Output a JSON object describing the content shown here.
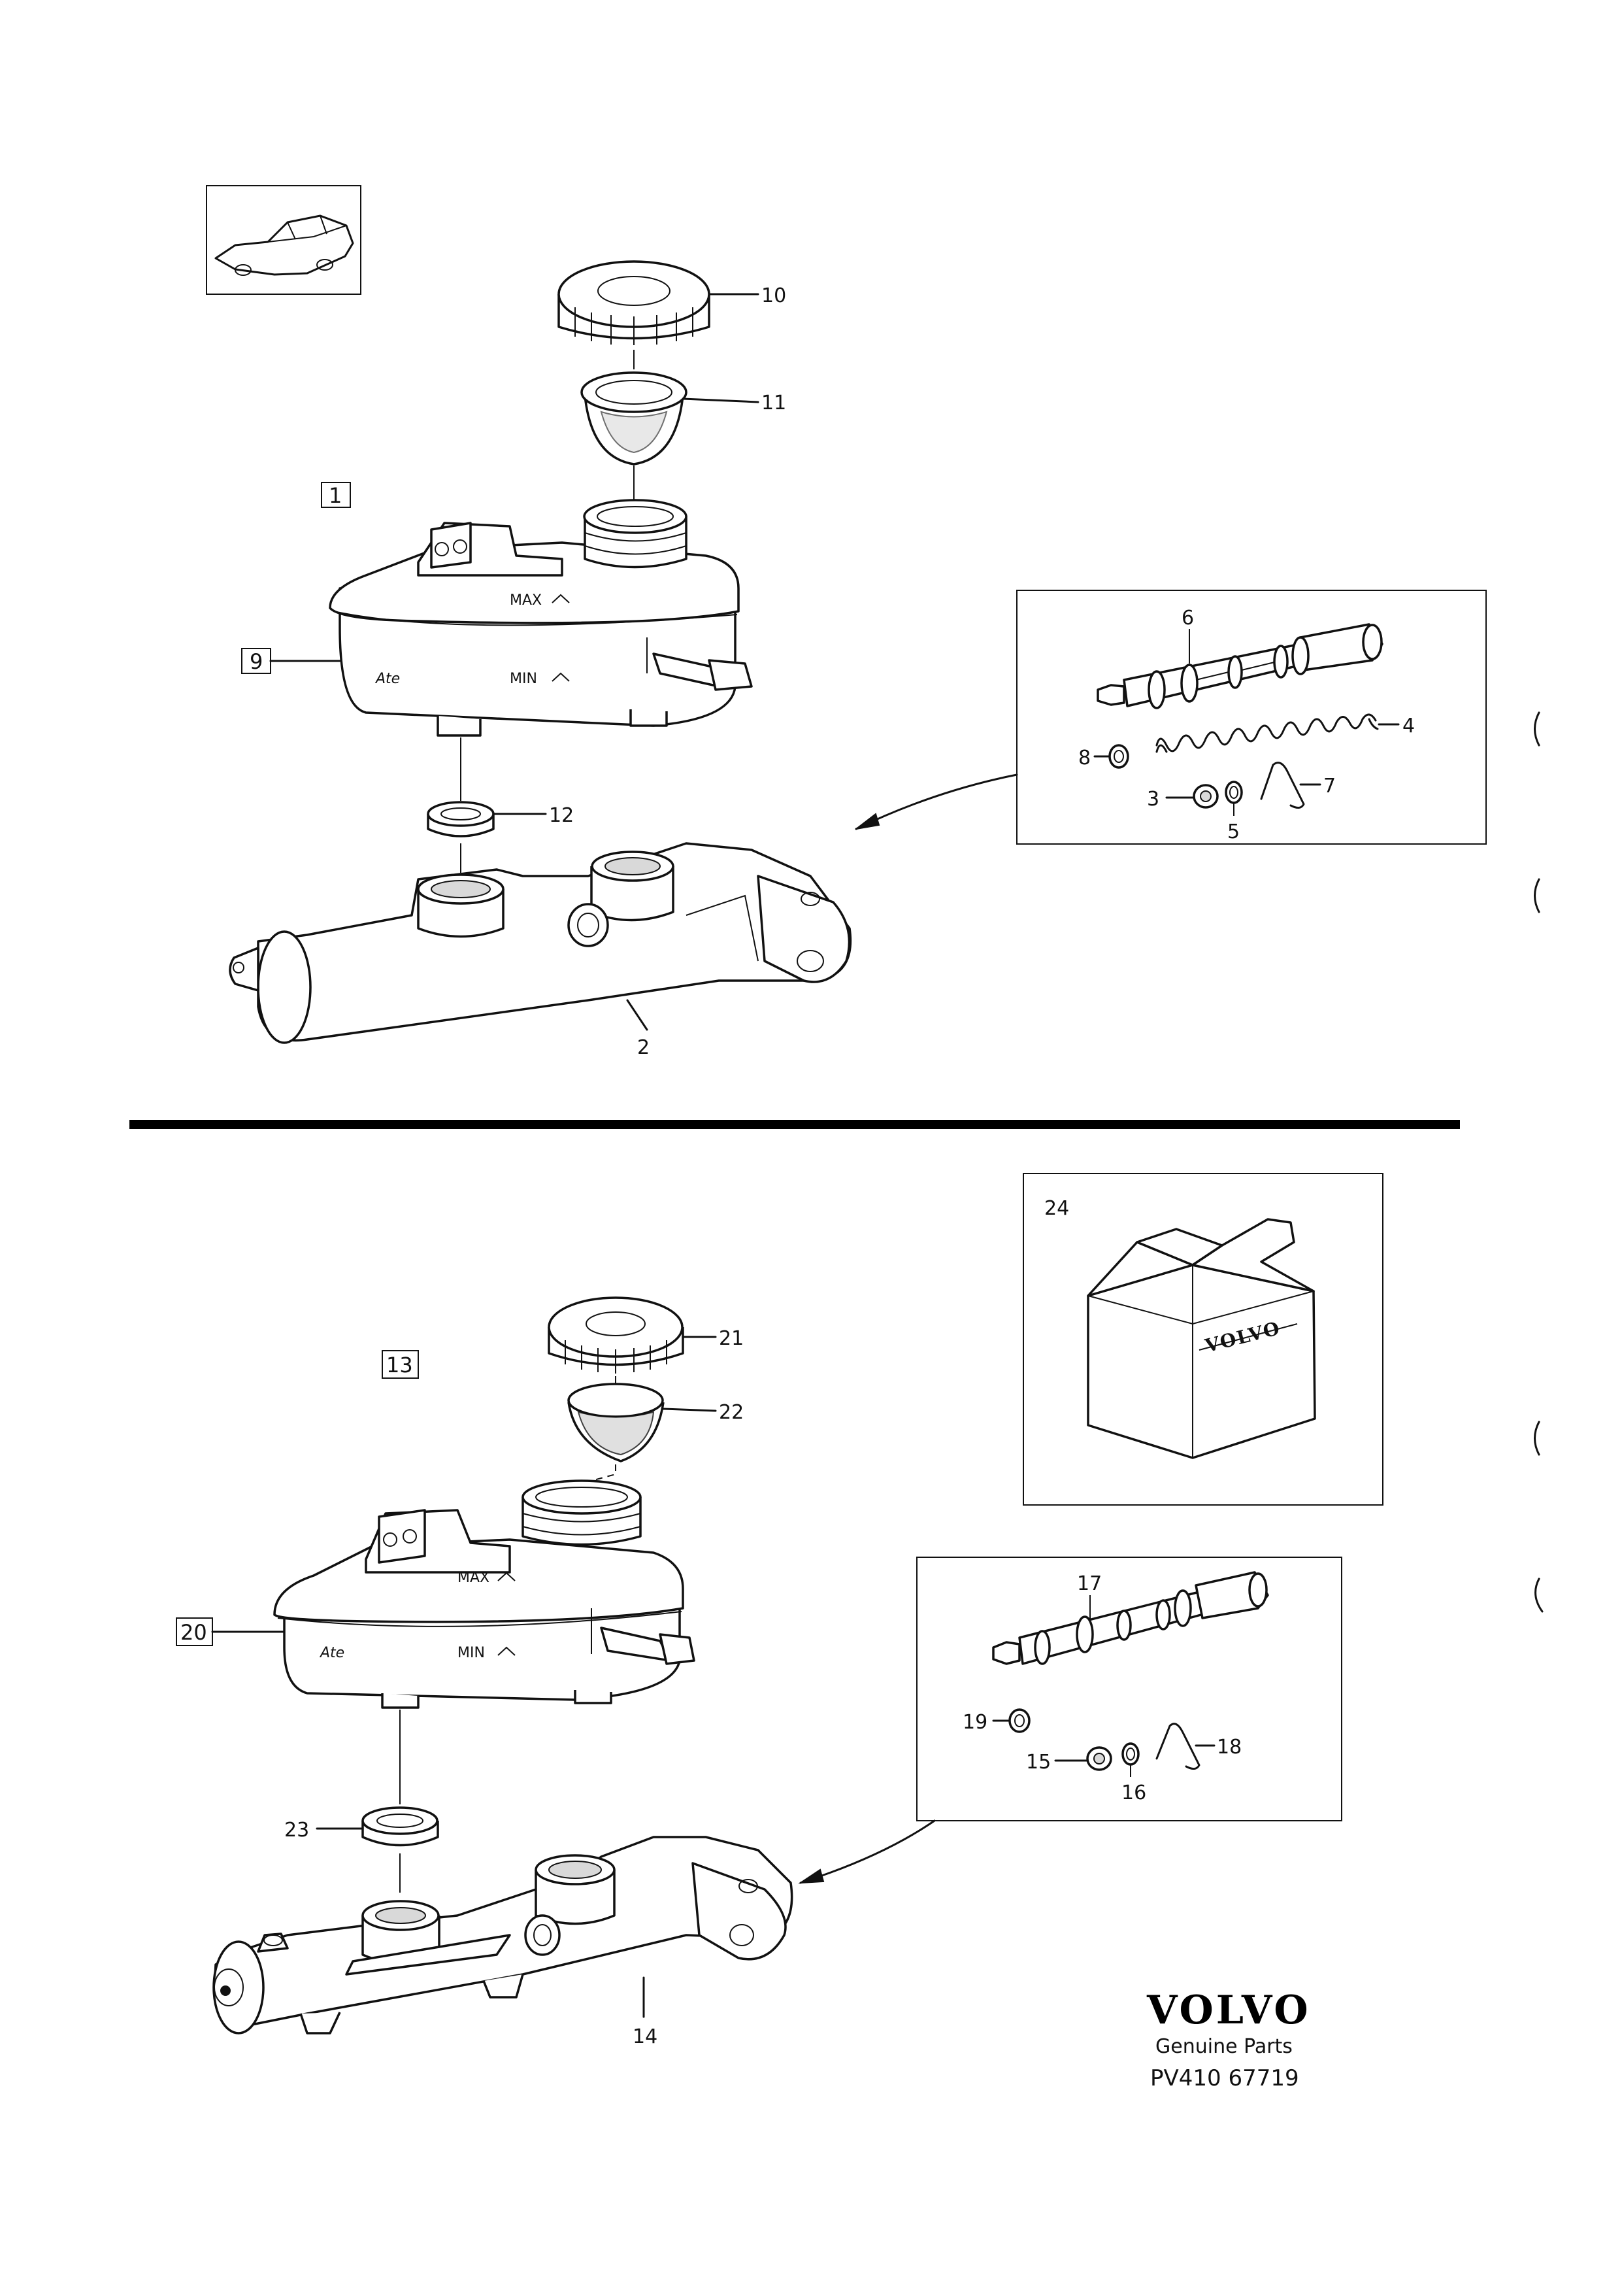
{
  "upper_assembly": {
    "group_box_number": "1",
    "reservoir_box_number": "9",
    "reservoir_markings": {
      "max": "MAX",
      "min": "MIN",
      "brand": "Ate"
    },
    "callouts": {
      "cap": "10",
      "filter": "11",
      "seal": "12",
      "cylinder": "2",
      "piston": "6",
      "spring": "4",
      "washer_8": "8",
      "nut_3": "3",
      "ring_5": "5",
      "clip_7": "7"
    }
  },
  "lower_assembly": {
    "group_box_number": "13",
    "reservoir_box_number": "20",
    "reservoir_markings": {
      "max": "MAX",
      "min": "MIN",
      "brand": "Ate"
    },
    "callouts": {
      "cap": "21",
      "filter": "22",
      "seal": "23",
      "cylinder": "14",
      "piston": "17",
      "washer_19": "19",
      "nut_15": "15",
      "ring_16": "16",
      "clip_18": "18"
    }
  },
  "kit_box": {
    "number": "24",
    "box_label": "VOLVO"
  },
  "footer": {
    "brand": "VOLVO",
    "tagline": "Genuine Parts",
    "reference": "PV410 67719"
  },
  "icons": [
    "car-thumbnail-icon",
    "volvo-logo-icon"
  ]
}
